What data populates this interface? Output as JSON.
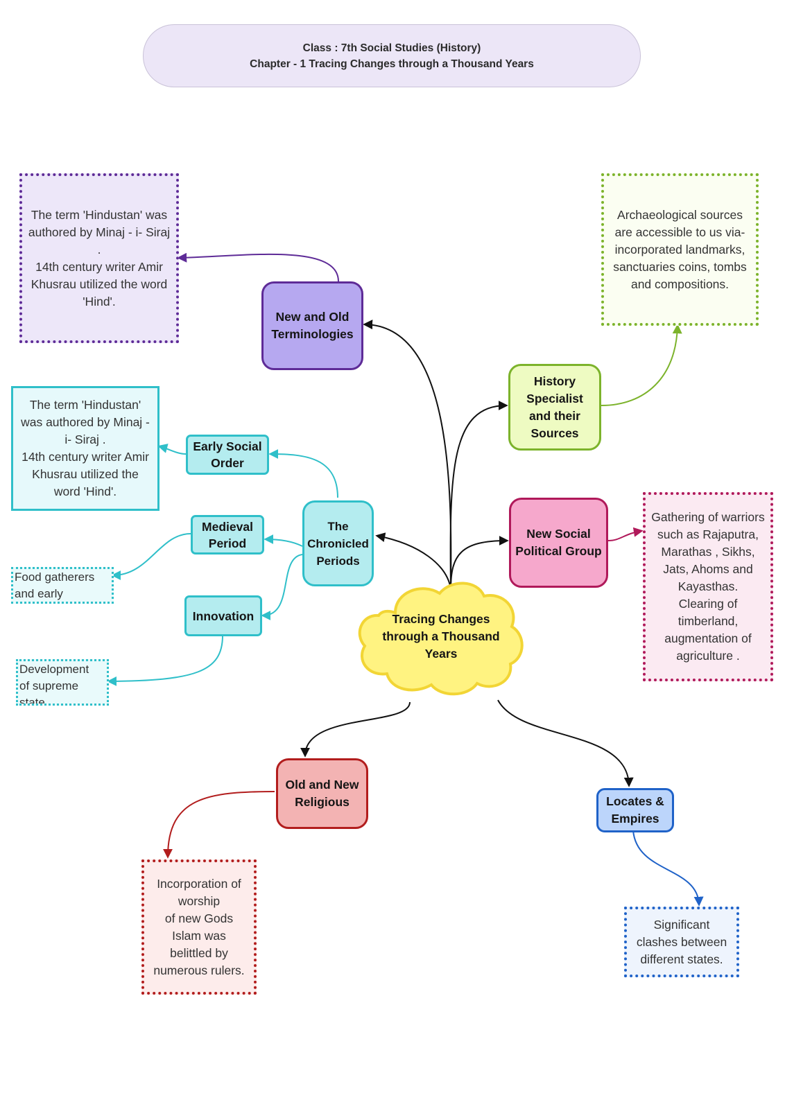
{
  "header": {
    "line1": "Class : 7th Social Studies (History)",
    "line2": "Chapter - 1 Tracing Changes through a Thousand Years"
  },
  "center": {
    "label": "Tracing Changes through a Thousand Years"
  },
  "branches": {
    "terminologies": {
      "label": "New and Old Terminologies",
      "note": "The term 'Hindustan' was authored by Minaj - i- Siraj .\n14th century writer Amir Khusrau utilized the word 'Hind'."
    },
    "history_specialist": {
      "label": "History Specialist and their Sources",
      "note": "Archaeological  sources are accessible to us via- incorporated landmarks, sanctuaries coins, tombs and compositions."
    },
    "social_political": {
      "label": "New Social Political Group",
      "note": "Gathering of warriors such as Rajaputra, Marathas , Sikhs, Jats, Ahoms and Kayasthas.\nClearing  of timberland, augmentation of agriculture ."
    },
    "chronicled": {
      "label": "The Chronicled Periods",
      "early_social_order": {
        "label": "Early Social Order",
        "note": "The term 'Hindustan' was authored by Minaj -i- Siraj .\n14th century writer Amir Khusrau utilized the word 'Hind'."
      },
      "medieval_period": {
        "label": "Medieval Period",
        "note": "Food gatherers\nand early"
      },
      "innovation": {
        "label": "Innovation",
        "note": "Development\nof supreme\nstate."
      }
    },
    "religious": {
      "label": "Old and New Religious",
      "note": "Incorporation of worship\nof new Gods\nIslam was belittled by numerous rulers."
    },
    "empires": {
      "label": "Locates & Empires",
      "note": "Significant clashes between different states."
    }
  },
  "colors": {
    "terminologies": "#5e2b97",
    "history_specialist": "#7cb32b",
    "social_political": "#b0195a",
    "chronicled": "#2fbfc9",
    "religious": "#b21d1d",
    "empires": "#1f62c8",
    "center": "#f2d535"
  }
}
